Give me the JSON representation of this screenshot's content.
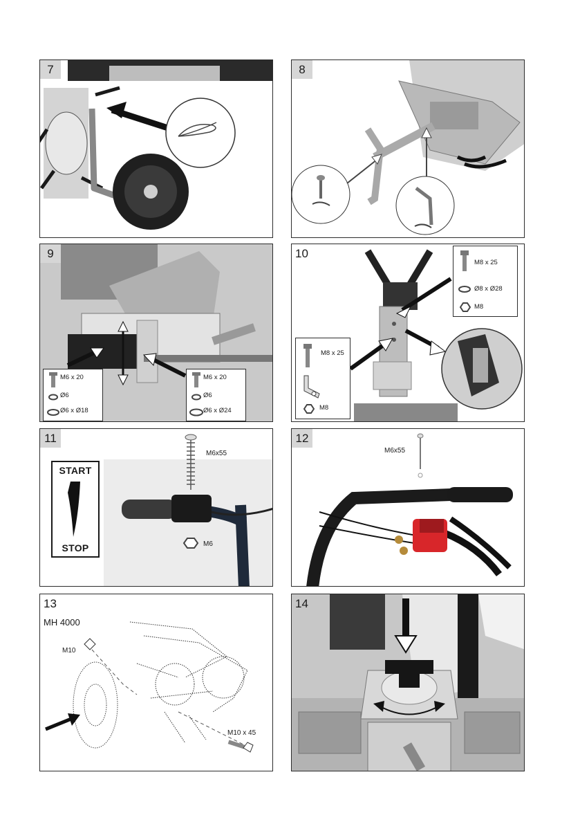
{
  "figures": [
    {
      "number": "7"
    },
    {
      "number": "8"
    },
    {
      "number": "9",
      "kit_left": {
        "bolt": "M6 x 20",
        "washer": "Ø6",
        "flat_washer": "Ø6 x Ø18"
      },
      "kit_right": {
        "bolt": "M6 x 20",
        "washer": "Ø6",
        "flat_washer": "Ø6 x Ø24"
      }
    },
    {
      "number": "10",
      "kit_top": {
        "bolt": "M8 x 25",
        "washer": "Ø8 x Ø28",
        "nut": "M8"
      },
      "kit_bottom": {
        "bolt": "M8 x 25",
        "nut": "M8"
      }
    },
    {
      "number": "11",
      "screw": "M6x55",
      "nut": "M6",
      "switch_start": "START",
      "switch_stop": "STOP"
    },
    {
      "number": "12",
      "screw": "M6x55"
    },
    {
      "number": "13",
      "model": "MH 4000",
      "nut": "M10",
      "bolt": "M10 x 45"
    },
    {
      "number": "14"
    }
  ]
}
